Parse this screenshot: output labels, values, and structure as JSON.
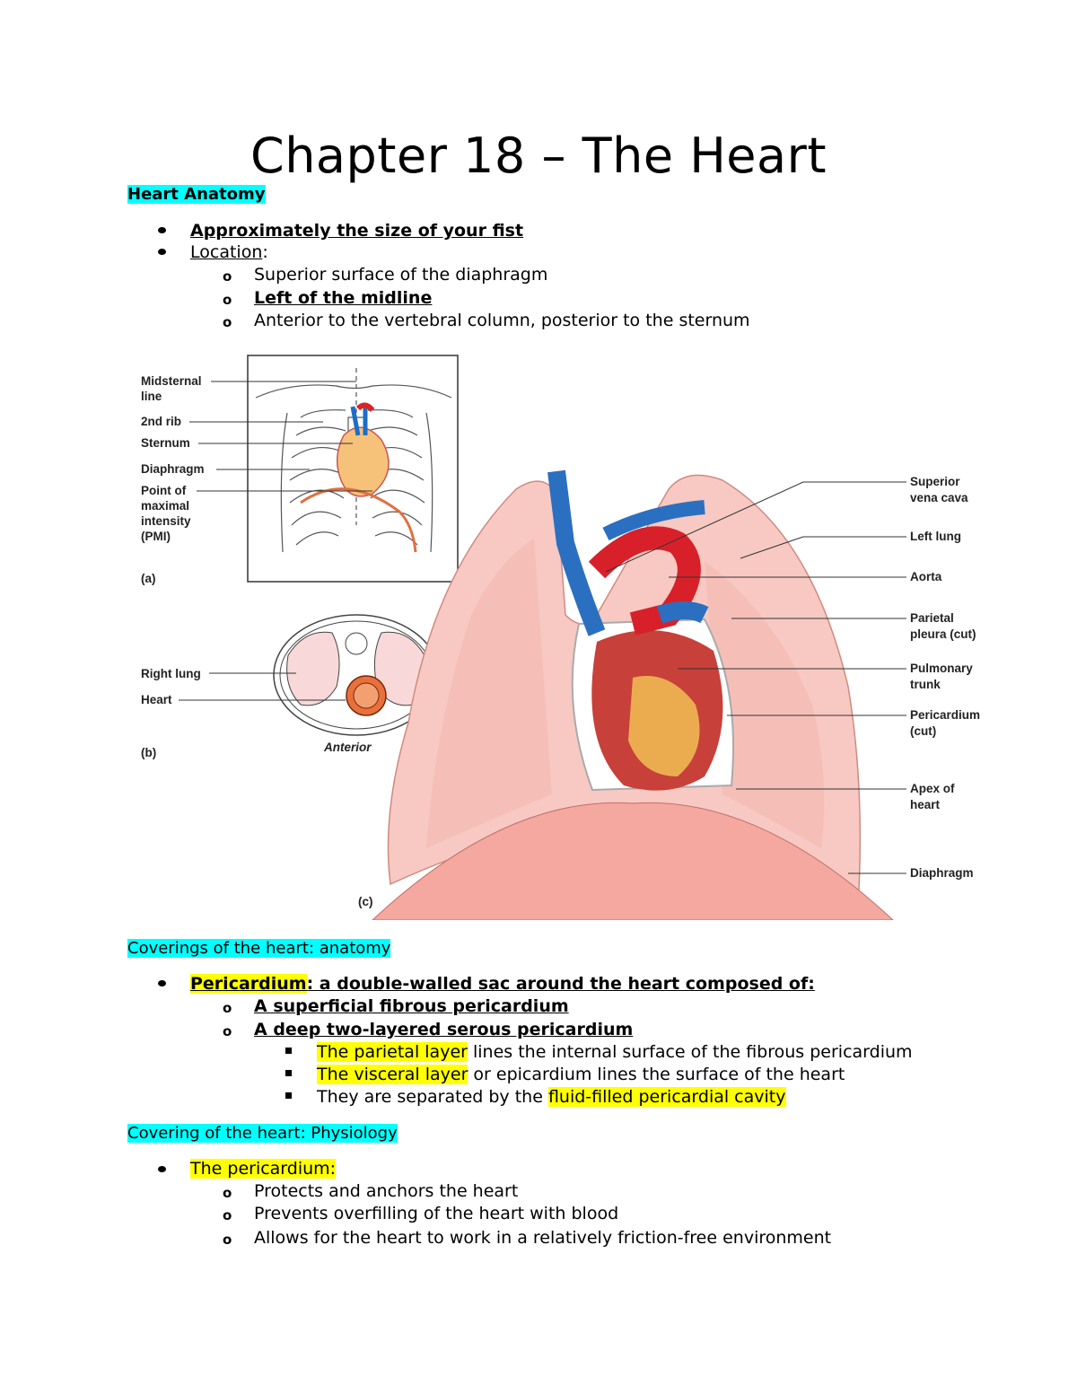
{
  "title": "Chapter 18 – The Heart",
  "section1": {
    "heading": "Heart Anatomy",
    "bullet1": "Approximately the size of your fist",
    "bullet2_label": "Location",
    "bullet2_colon": ":",
    "sub1": "Superior surface of the diaphragm",
    "sub2": "Left of the midline",
    "sub3": "Anterior to the vertebral column, posterior to the sternum"
  },
  "figure": {
    "a_labels": {
      "midsternal_1": "Midsternal",
      "midsternal_2": "line",
      "rib": "2nd rib",
      "sternum": "Sternum",
      "diaphragm": "Diaphragm",
      "pmi_1": "Point of",
      "pmi_2": "maximal",
      "pmi_3": "intensity",
      "pmi_4": "(PMI)",
      "panel": "(a)"
    },
    "b_labels": {
      "right_lung": "Right lung",
      "heart": "Heart",
      "anterior": "Anterior",
      "panel": "(b)"
    },
    "c_labels": {
      "svc_1": "Superior",
      "svc_2": "vena cava",
      "left_lung": "Left lung",
      "aorta": "Aorta",
      "parietal_1": "Parietal",
      "parietal_2": "pleura (cut)",
      "pulm_1": "Pulmonary",
      "pulm_2": "trunk",
      "peri_1": "Pericardium",
      "peri_2": "(cut)",
      "apex_1": "Apex of",
      "apex_2": "heart",
      "diaphragm": "Diaphragm",
      "panel": "(c)"
    }
  },
  "section2": {
    "heading": "Coverings of the heart: anatomy",
    "bullet_term": "Pericardium",
    "bullet_rest": ": a double-walled sac around the heart composed of:",
    "sub1": "A superficial fibrous pericardium",
    "sub2": "A deep two-layered serous pericardium",
    "sq1_hl": "The parietal layer",
    "sq1_rest": " lines the internal surface of the fibrous pericardium",
    "sq2_hl": "The visceral layer",
    "sq2_rest": " or epicardium lines the surface of the heart",
    "sq3_pre": "They are separated by the ",
    "sq3_hl": "fluid-filled pericardial cavity"
  },
  "section3": {
    "heading": "Covering of the heart: Physiology",
    "bullet": "The pericardium:",
    "sub1": "Protects and anchors the heart",
    "sub2": "Prevents overfilling of the heart with blood",
    "sub3": "Allows for the heart to work in a relatively friction-free environment"
  },
  "colors": {
    "highlight_cyan": "#00ffff",
    "highlight_yellow": "#ffff00"
  }
}
